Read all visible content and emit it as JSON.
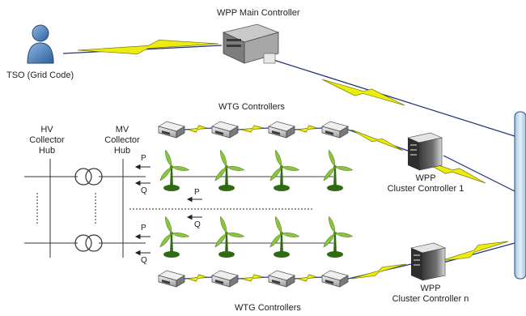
{
  "labels": {
    "main_controller": "WPP Main Controller",
    "tso": "TSO (Grid Code)",
    "wtg_top": "WTG Controllers",
    "wtg_bottom": "WTG Controllers",
    "hv_line1": "HV",
    "hv_line2": "Collector",
    "hv_line3": "Hub",
    "mv_line1": "MV",
    "mv_line2": "Collector",
    "mv_line3": "Hub",
    "cluster1_line1": "WPP",
    "cluster1_line2": "Cluster Controller 1",
    "clustern_line1": "WPP",
    "clustern_line2": "Cluster Controller n",
    "p": "P",
    "q": "Q"
  },
  "colors": {
    "lightning": "#ecec10",
    "lightning_outline": "#7a7a00",
    "blade_green": "#8bc53f",
    "tower_base": "#2f6b12",
    "device_body": "#cfcfcf",
    "server_body": "#5a5a5a",
    "person": "#4a7fb8",
    "bus_right": "#bcd6ea",
    "line_blue": "#243a8c"
  },
  "icons": {
    "tso": "person-icon",
    "main_controller": "server-icon",
    "cluster_controller": "server-tower-icon",
    "wtg_controller": "router-device-icon",
    "turbine": "wind-turbine-icon",
    "transformer": "transformer-icon",
    "link": "lightning-link-icon"
  }
}
